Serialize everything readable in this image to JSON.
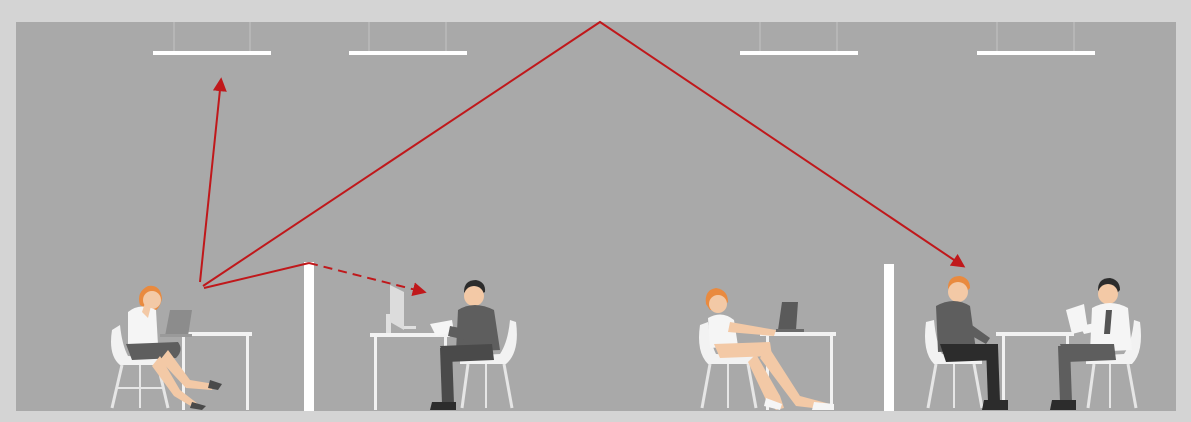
{
  "colors": {
    "frame": "#d4d4d4",
    "room": "#a9a9a9",
    "fixture": "#ffffff",
    "furniture": "#f2f2f2",
    "sound_path": "#c0181b",
    "skin": "#f3c9a6",
    "hair_orange": "#e98a3f",
    "hair_dark": "#2c2c2c",
    "suit_gray": "#5e5e5e",
    "suit_dark": "#4a4a4a",
    "shirt_white": "#f5f5f5",
    "laptop": "#8c8c8c",
    "tie": "#555555"
  },
  "scene": {
    "ceiling_lights": 4,
    "partitions": 2,
    "people": [
      {
        "id": "woman-on-phone",
        "role": "speaker",
        "hair": "orange"
      },
      {
        "id": "man-reading-left",
        "role": "listener",
        "hair": "dark"
      },
      {
        "id": "woman-with-laptop",
        "role": "worker",
        "hair": "orange"
      },
      {
        "id": "man-listening",
        "role": "listener",
        "hair": "orange"
      },
      {
        "id": "man-reading-right",
        "role": "worker",
        "hair": "dark"
      }
    ],
    "sound_paths": [
      {
        "id": "reflection-to-ceiling-light",
        "style": "solid"
      },
      {
        "id": "ceiling-reflection-path",
        "style": "solid"
      },
      {
        "id": "diffraction-over-partition",
        "style": "dashed"
      }
    ]
  }
}
